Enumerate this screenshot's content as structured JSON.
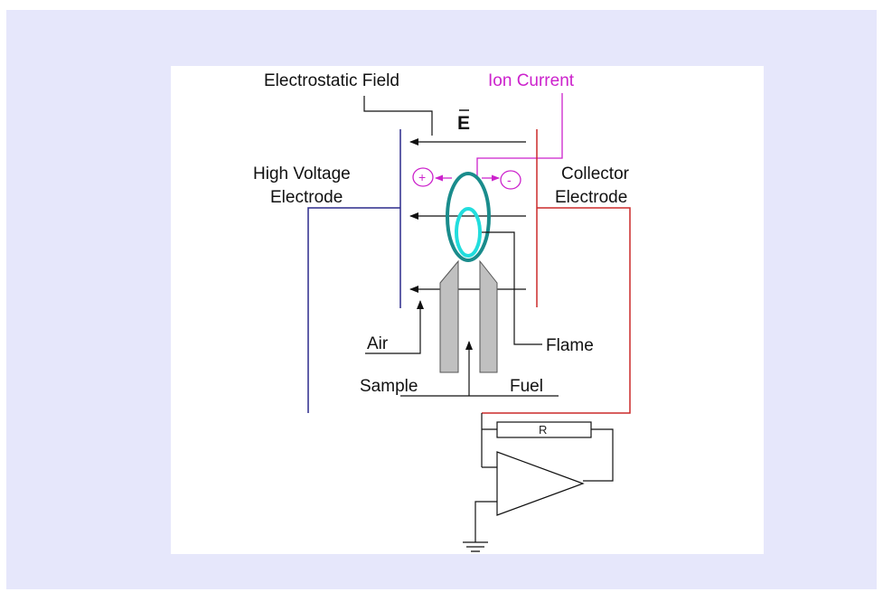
{
  "labels": {
    "electrostatic_field": "Electrostatic Field",
    "ion_current": "Ion Current",
    "e_vector": "E",
    "high_voltage_1": "High Voltage",
    "high_voltage_2": "Electrode",
    "collector_1": "Collector",
    "collector_2": "Electrode",
    "air": "Air",
    "flame": "Flame",
    "sample": "Sample",
    "fuel": "Fuel",
    "resistor": "R",
    "plus_sign": "+",
    "minus_sign": "-"
  },
  "colors": {
    "background": "#e6e7fb",
    "panel": "#ffffff",
    "high_voltage_wire": "#2b2a8c",
    "collector_wire": "#cc2a2a",
    "ion_current": "#cc22cc",
    "flame_outer": "#1a8c8c",
    "flame_inner": "#22dddd",
    "burner": "#c0c0c0",
    "line": "#111111"
  }
}
